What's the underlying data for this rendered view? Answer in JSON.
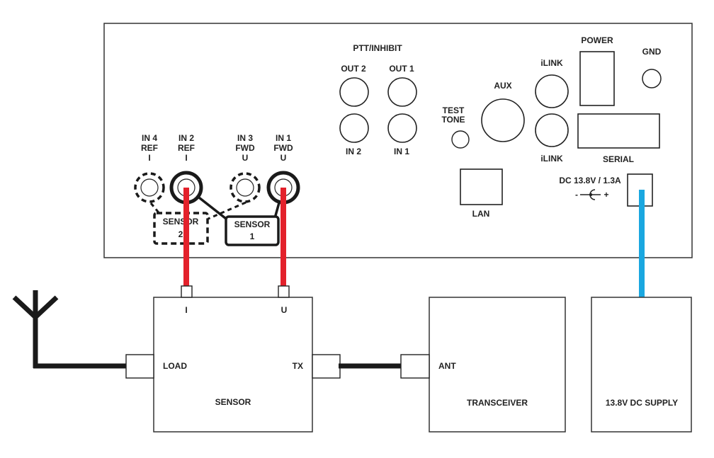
{
  "colors": {
    "signal_cable": "#e3212b",
    "power_cable": "#1aa7e0",
    "line": "#1a1a1a"
  },
  "panel": {
    "ptt_inhibit": "PTT/INHIBIT",
    "out2": "OUT 2",
    "out1": "OUT 1",
    "in2": "IN 2",
    "in1": "IN 1",
    "test_tone": [
      "TEST",
      "TONE"
    ],
    "aux": "AUX",
    "ilink_top": "iLINK",
    "ilink_bottom": "iLINK",
    "power": "POWER",
    "gnd": "GND",
    "serial": "SERIAL",
    "lan": "LAN",
    "dc": "DC 13.8V / 1.3A",
    "polarity_minus": "-",
    "polarity_plus": "+",
    "in4": [
      "IN 4",
      "REF",
      "I"
    ],
    "in2_ref": [
      "IN 2",
      "REF",
      "I"
    ],
    "in3": [
      "IN 3",
      "FWD",
      "U"
    ],
    "in1_fwd": [
      "IN 1",
      "FWD",
      "U"
    ],
    "sensor2": [
      "SENSOR",
      "2"
    ],
    "sensor1": [
      "SENSOR",
      "1"
    ]
  },
  "sensor": {
    "title": "SENSOR",
    "port_i": "I",
    "port_u": "U",
    "load": "LOAD",
    "tx": "TX"
  },
  "transceiver": {
    "title": "TRANSCEIVER",
    "ant": "ANT"
  },
  "supply": {
    "title": "13.8V DC SUPPLY"
  }
}
